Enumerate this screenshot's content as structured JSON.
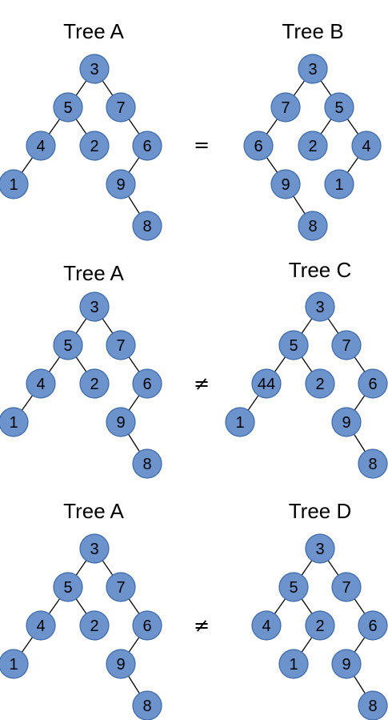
{
  "colors": {
    "node_fill": "#6d93cc",
    "node_stroke": "#3d6aa8",
    "edge": "#000000"
  },
  "rows": [
    {
      "relation": "=",
      "left": {
        "title": "Tree A",
        "nodes": [
          {
            "id": "a3",
            "label": "3"
          },
          {
            "id": "a5",
            "label": "5"
          },
          {
            "id": "a7",
            "label": "7"
          },
          {
            "id": "a4",
            "label": "4"
          },
          {
            "id": "a2",
            "label": "2"
          },
          {
            "id": "a6",
            "label": "6"
          },
          {
            "id": "a1",
            "label": "1"
          },
          {
            "id": "a9",
            "label": "9"
          },
          {
            "id": "a8",
            "label": "8"
          }
        ],
        "edges": [
          [
            "a3",
            "a5"
          ],
          [
            "a3",
            "a7"
          ],
          [
            "a5",
            "a4"
          ],
          [
            "a5",
            "a2"
          ],
          [
            "a7",
            "a6"
          ],
          [
            "a4",
            "a1"
          ],
          [
            "a6",
            "a9"
          ],
          [
            "a9",
            "a8"
          ]
        ]
      },
      "right": {
        "title": "Tree B",
        "nodes": [
          {
            "id": "b3",
            "label": "3"
          },
          {
            "id": "b7",
            "label": "7"
          },
          {
            "id": "b5",
            "label": "5"
          },
          {
            "id": "b6",
            "label": "6"
          },
          {
            "id": "b2",
            "label": "2"
          },
          {
            "id": "b4",
            "label": "4"
          },
          {
            "id": "b9",
            "label": "9"
          },
          {
            "id": "b1",
            "label": "1"
          },
          {
            "id": "b8",
            "label": "8"
          }
        ],
        "edges": [
          [
            "b3",
            "b7"
          ],
          [
            "b3",
            "b5"
          ],
          [
            "b7",
            "b6"
          ],
          [
            "b5",
            "b2"
          ],
          [
            "b5",
            "b4"
          ],
          [
            "b6",
            "b9"
          ],
          [
            "b4",
            "b1"
          ],
          [
            "b9",
            "b8"
          ]
        ]
      }
    },
    {
      "relation": "≠",
      "left": {
        "title": "Tree A",
        "nodes": [
          {
            "id": "a3",
            "label": "3"
          },
          {
            "id": "a5",
            "label": "5"
          },
          {
            "id": "a7",
            "label": "7"
          },
          {
            "id": "a4",
            "label": "4"
          },
          {
            "id": "a2",
            "label": "2"
          },
          {
            "id": "a6",
            "label": "6"
          },
          {
            "id": "a1",
            "label": "1"
          },
          {
            "id": "a9",
            "label": "9"
          },
          {
            "id": "a8",
            "label": "8"
          }
        ],
        "edges": [
          [
            "a3",
            "a5"
          ],
          [
            "a3",
            "a7"
          ],
          [
            "a5",
            "a4"
          ],
          [
            "a5",
            "a2"
          ],
          [
            "a7",
            "a6"
          ],
          [
            "a4",
            "a1"
          ],
          [
            "a6",
            "a9"
          ],
          [
            "a9",
            "a8"
          ]
        ]
      },
      "right": {
        "title": "Tree C",
        "nodes": [
          {
            "id": "c3",
            "label": "3"
          },
          {
            "id": "c5",
            "label": "5"
          },
          {
            "id": "c7",
            "label": "7"
          },
          {
            "id": "c44",
            "label": "44"
          },
          {
            "id": "c2",
            "label": "2"
          },
          {
            "id": "c6",
            "label": "6"
          },
          {
            "id": "c1",
            "label": "1"
          },
          {
            "id": "c9",
            "label": "9"
          },
          {
            "id": "c8",
            "label": "8"
          }
        ],
        "edges": [
          [
            "c3",
            "c5"
          ],
          [
            "c3",
            "c7"
          ],
          [
            "c5",
            "c44"
          ],
          [
            "c5",
            "c2"
          ],
          [
            "c7",
            "c6"
          ],
          [
            "c44",
            "c1"
          ],
          [
            "c6",
            "c9"
          ],
          [
            "c9",
            "c8"
          ]
        ]
      }
    },
    {
      "relation": "≠",
      "left": {
        "title": "Tree A",
        "nodes": [
          {
            "id": "a3",
            "label": "3"
          },
          {
            "id": "a5",
            "label": "5"
          },
          {
            "id": "a7",
            "label": "7"
          },
          {
            "id": "a4",
            "label": "4"
          },
          {
            "id": "a2",
            "label": "2"
          },
          {
            "id": "a6",
            "label": "6"
          },
          {
            "id": "a1",
            "label": "1"
          },
          {
            "id": "a9",
            "label": "9"
          },
          {
            "id": "a8",
            "label": "8"
          }
        ],
        "edges": [
          [
            "a3",
            "a5"
          ],
          [
            "a3",
            "a7"
          ],
          [
            "a5",
            "a4"
          ],
          [
            "a5",
            "a2"
          ],
          [
            "a7",
            "a6"
          ],
          [
            "a4",
            "a1"
          ],
          [
            "a6",
            "a9"
          ],
          [
            "a9",
            "a8"
          ]
        ]
      },
      "right": {
        "title": "Tree D",
        "nodes": [
          {
            "id": "d3",
            "label": "3"
          },
          {
            "id": "d5",
            "label": "5"
          },
          {
            "id": "d7",
            "label": "7"
          },
          {
            "id": "d4",
            "label": "4"
          },
          {
            "id": "d2",
            "label": "2"
          },
          {
            "id": "d6",
            "label": "6"
          },
          {
            "id": "d1",
            "label": "1"
          },
          {
            "id": "d9",
            "label": "9"
          },
          {
            "id": "d8",
            "label": "8"
          }
        ],
        "edges": [
          [
            "d3",
            "d5"
          ],
          [
            "d3",
            "d7"
          ],
          [
            "d5",
            "d4"
          ],
          [
            "d5",
            "d2"
          ],
          [
            "d7",
            "d6"
          ],
          [
            "d2",
            "d1"
          ],
          [
            "d6",
            "d9"
          ],
          [
            "d9",
            "d8"
          ]
        ]
      }
    }
  ]
}
